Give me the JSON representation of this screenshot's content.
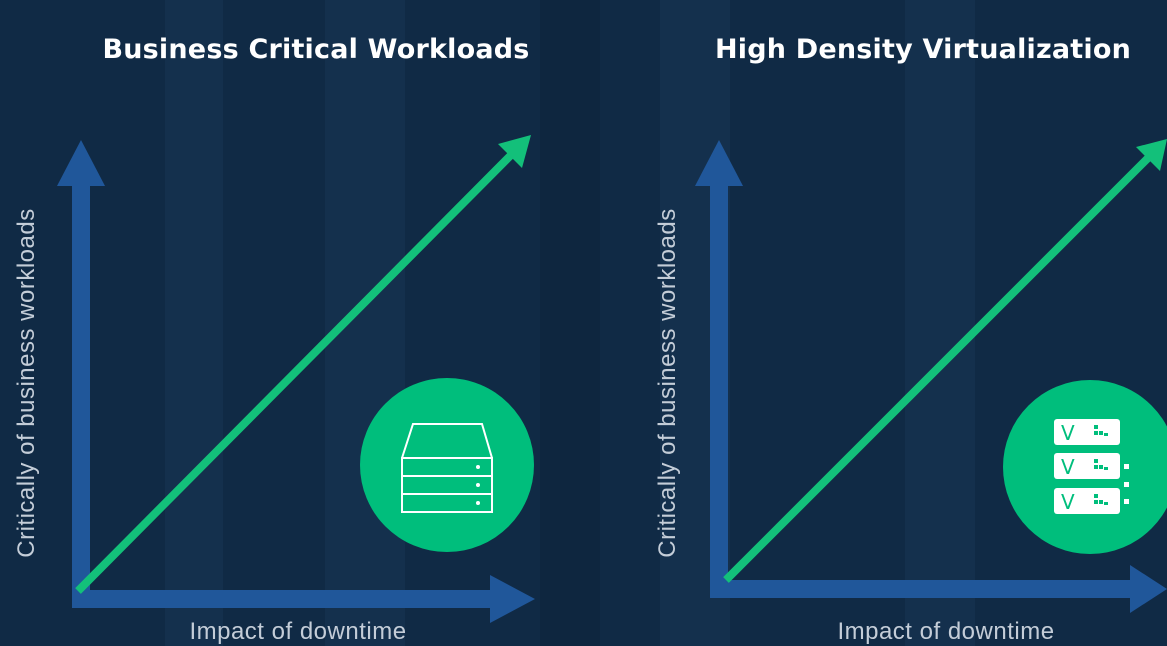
{
  "panels": [
    {
      "title": "Business Critical Workloads",
      "y_axis_label": "Critically of business workloads",
      "x_axis_label": "Impact of downtime",
      "icon": "server-storage-icon"
    },
    {
      "title": "High Density Virtualization",
      "y_axis_label": "Critically of business workloads",
      "x_axis_label": "Impact of downtime",
      "icon": "virtual-machines-icon",
      "icon_text": "V"
    }
  ],
  "colors": {
    "background": "#102a45",
    "axis": "#20579a",
    "trend_arrow": "#13c07a",
    "icon_circle": "#00be7c",
    "text": "#ffffff",
    "label": "#c4cdd8"
  }
}
